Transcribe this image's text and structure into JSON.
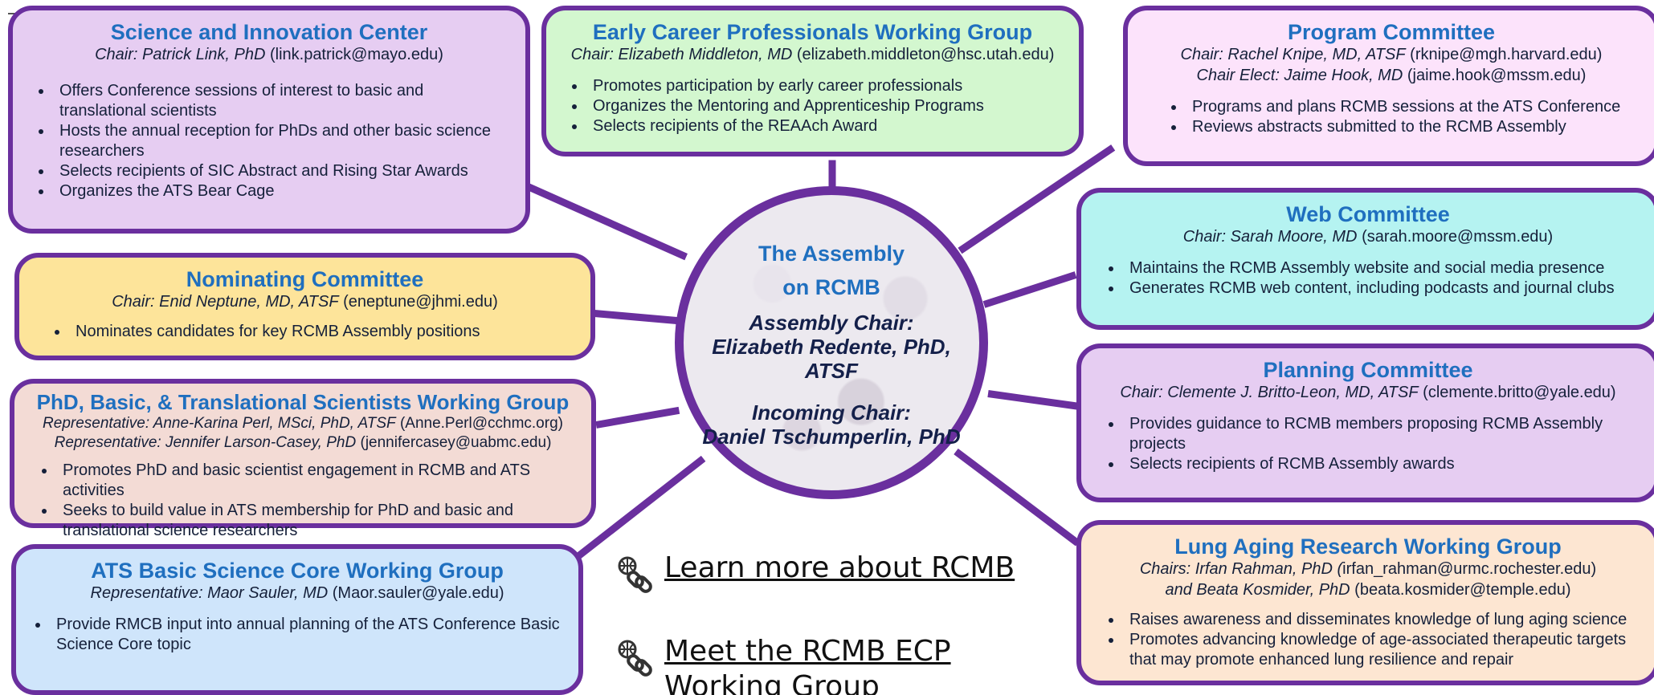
{
  "hub": {
    "title_line1": "The Assembly",
    "title_line2": "on RCMB",
    "chair_label": "Assembly Chair:",
    "chair_name": "Elizabeth Redente, PhD, ATSF",
    "incoming_label": "Incoming Chair:",
    "incoming_name": "Daniel Tschumperlin, PhD"
  },
  "boxes": {
    "sic": {
      "title": "Science and Innovation Center",
      "chair": "Chair: Patrick Link, PhD",
      "email": " (link.patrick@mayo.edu)",
      "items": [
        "Offers Conference sessions of interest to basic and translational scientists",
        "Hosts the annual reception for PhDs and other basic science researchers",
        "Selects recipients of SIC Abstract and Rising Star Awards",
        "Organizes the ATS Bear Cage"
      ],
      "color": "#e6cdf2"
    },
    "ecp": {
      "title": "Early Career Professionals Working Group",
      "chair": "Chair: Elizabeth Middleton, MD",
      "email": " (elizabeth.middleton@hsc.utah.edu)",
      "items": [
        "Promotes participation by early career professionals",
        "Organizes the Mentoring and Apprenticeship Programs",
        "Selects recipients of the REAAch Award"
      ],
      "color": "#d3f7cf"
    },
    "program": {
      "title": "Program Committee",
      "chair": "Chair: Rachel Knipe, MD, ATSF",
      "email": " (rknipe@mgh.harvard.edu)",
      "chair2": "Chair Elect: Jaime Hook, MD",
      "email2": " (jaime.hook@mssm.edu)",
      "items": [
        "Programs and plans RCMB sessions at the ATS Conference",
        "Reviews abstracts submitted to the RCMB Assembly"
      ],
      "color": "#fce3fb"
    },
    "nominating": {
      "title": "Nominating Committee",
      "chair": "Chair: Enid Neptune, MD, ATSF",
      "email": " (eneptune@jhmi.edu)",
      "items": [
        "Nominates candidates for key RCMB Assembly positions"
      ],
      "color": "#fde49a"
    },
    "web": {
      "title": "Web Committee",
      "chair": "Chair: Sarah Moore, MD",
      "email": " (sarah.moore@mssm.edu)",
      "items": [
        "Maintains the RCMB Assembly website and social media presence",
        "Generates RCMB web content, including podcasts and journal clubs"
      ],
      "color": "#b5f3f1"
    },
    "phd": {
      "title": "PhD, Basic, & Translational Scientists Working Group",
      "chair": "Representative: Anne-Karina Perl, MSci, PhD, ATSF",
      "email": " (Anne.Perl@cchmc.org)",
      "chair2": "Representative: Jennifer Larson-Casey, PhD",
      "email2": " (jennifercasey@uabmc.edu)",
      "items": [
        "Promotes PhD and basic scientist engagement in RCMB and ATS activities",
        "Seeks to build value in ATS membership for PhD and basic and translational science researchers"
      ],
      "color": "#f3dbd5"
    },
    "planning": {
      "title": "Planning Committee",
      "chair": "Chair:  Clemente J. Britto-Leon, MD, ATSF",
      "email": " (clemente.britto@yale.edu)",
      "items": [
        "Provides guidance to RCMB members proposing RCMB Assembly projects",
        "Selects recipients of RCMB Assembly awards"
      ],
      "color": "#e6cdf2"
    },
    "bscore": {
      "title": "ATS Basic Science Core Working Group",
      "chair": "Representative: Maor Sauler, MD",
      "email": " (Maor.sauler@yale.edu)",
      "items": [
        "Provide RMCB input into annual planning of the ATS Conference Basic Science Core topic"
      ],
      "color": "#cfe5fb"
    },
    "lung": {
      "title": "Lung Aging Research Working Group",
      "chair": "Chairs: Irfan Rahman, PhD (",
      "email": "irfan_rahman@urmc.rochester.edu)",
      "chair2": "and Beata Kosmider, PhD",
      "email2": " (beata.kosmider@temple.edu)",
      "items": [
        "Raises awareness and disseminates knowledge of lung aging science",
        "Promotes advancing knowledge of age-associated therapeutic targets that may promote enhanced lung resilience and repair"
      ],
      "color": "#fde6d2"
    }
  },
  "links": {
    "learn_more": "Learn more about RCMB",
    "meet_ecp": "Meet the RCMB ECP Working Group"
  },
  "icons": {
    "link": "link-globe-icon"
  },
  "colors": {
    "border": "#6a2f9e",
    "title": "#1f6fbf",
    "hub_text": "#14204a"
  }
}
